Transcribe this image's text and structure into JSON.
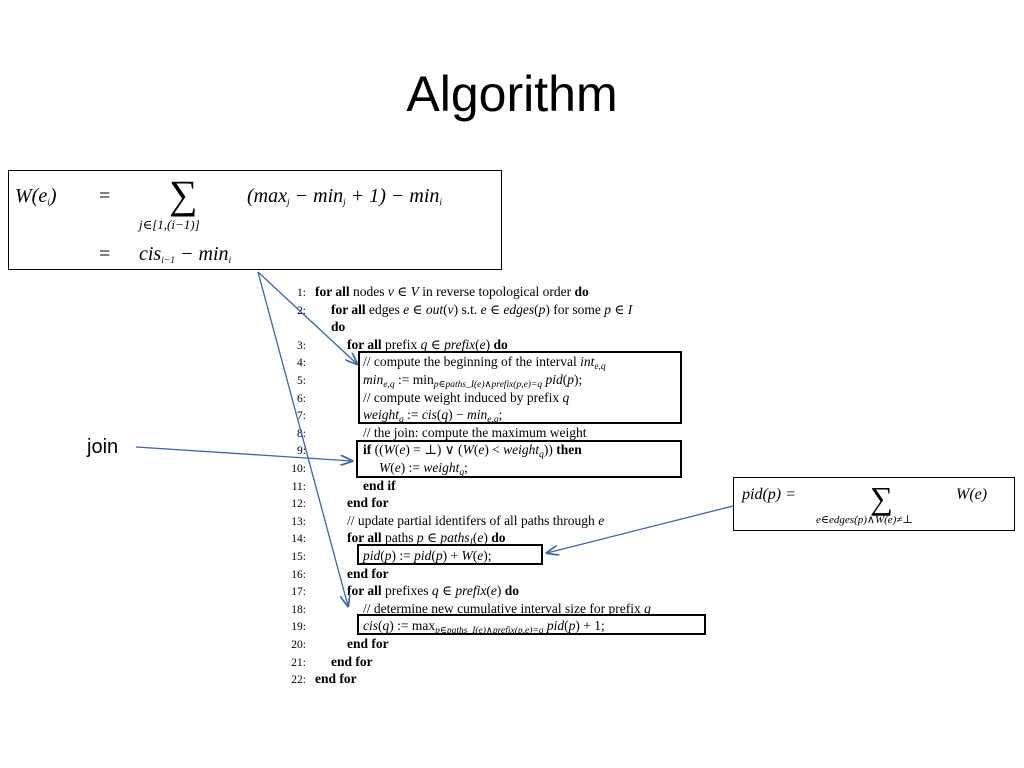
{
  "slide": {
    "title": "Algorithm",
    "join_label": "join"
  },
  "formula_box": {
    "lhs": "W(e",
    "lhs_sub": "i",
    "lhs_close": ")",
    "eq": "=",
    "sum_symbol": "∑",
    "sum_range": "j∈[1,(i−1)]",
    "term1": "(max",
    "term1_j": "j",
    "term2": " − min",
    "term2_j": "j",
    "term3": " + 1) − min",
    "term3_i": "i",
    "line2_a": "cis",
    "line2_sub": "i−1",
    "line2_b": " − min",
    "line2_sub2": "i"
  },
  "pid_box": {
    "lhs": "pid(p) =",
    "sum_symbol": "∑",
    "sum_range": "e∈edges(p)∧W(e)≠⊥",
    "rhs": "W(e)"
  },
  "algorithm": {
    "lines": [
      {
        "n": "1:",
        "indent": 0,
        "parts": [
          [
            "kw",
            "for all"
          ],
          [
            "t",
            " nodes "
          ],
          [
            "m",
            "v"
          ],
          [
            "t",
            " ∈ "
          ],
          [
            "m",
            "V"
          ],
          [
            "t",
            " in reverse topological order "
          ],
          [
            "kw",
            "do"
          ]
        ]
      },
      {
        "n": "2:",
        "indent": 1,
        "parts": [
          [
            "kw",
            "for all"
          ],
          [
            "t",
            " edges "
          ],
          [
            "m",
            "e"
          ],
          [
            "t",
            " ∈ "
          ],
          [
            "m",
            "out"
          ],
          [
            "t",
            "("
          ],
          [
            "m",
            "v"
          ],
          [
            "t",
            ") s.t. "
          ],
          [
            "m",
            "e"
          ],
          [
            "t",
            " ∈ "
          ],
          [
            "m",
            "edges"
          ],
          [
            "t",
            "("
          ],
          [
            "m",
            "p"
          ],
          [
            "t",
            ") for some "
          ],
          [
            "m",
            "p"
          ],
          [
            "t",
            " ∈ "
          ],
          [
            "m",
            "I"
          ]
        ]
      },
      {
        "n": "",
        "indent": 1,
        "parts": [
          [
            "kw",
            "do"
          ]
        ]
      },
      {
        "n": "3:",
        "indent": 2,
        "parts": [
          [
            "kw",
            "for all"
          ],
          [
            "t",
            " prefix "
          ],
          [
            "m",
            "q"
          ],
          [
            "t",
            " ∈ "
          ],
          [
            "m",
            "prefix"
          ],
          [
            "t",
            "("
          ],
          [
            "m",
            "e"
          ],
          [
            "t",
            ") "
          ],
          [
            "kw",
            "do"
          ]
        ]
      },
      {
        "n": "4:",
        "indent": 3,
        "parts": [
          [
            "t",
            "// compute the beginning of the interval "
          ],
          [
            "m",
            "int"
          ],
          [
            "s",
            "e,q"
          ]
        ]
      },
      {
        "n": "5:",
        "indent": 3,
        "parts": [
          [
            "m",
            "min"
          ],
          [
            "s",
            "e,q"
          ],
          [
            "t",
            " := min"
          ],
          [
            "s",
            "p∈paths_I(e)∧prefix(p,e)=q"
          ],
          [
            "t",
            " "
          ],
          [
            "m",
            "pid"
          ],
          [
            "t",
            "("
          ],
          [
            "m",
            "p"
          ],
          [
            "t",
            ");"
          ]
        ]
      },
      {
        "n": "6:",
        "indent": 3,
        "parts": [
          [
            "t",
            "// compute weight induced by prefix "
          ],
          [
            "m",
            "q"
          ]
        ]
      },
      {
        "n": "7:",
        "indent": 3,
        "parts": [
          [
            "m",
            "weight"
          ],
          [
            "s",
            "q"
          ],
          [
            "t",
            " := "
          ],
          [
            "m",
            "cis"
          ],
          [
            "t",
            "("
          ],
          [
            "m",
            "q"
          ],
          [
            "t",
            ") − "
          ],
          [
            "m",
            "min"
          ],
          [
            "s",
            "e,q"
          ],
          [
            "t",
            ";"
          ]
        ]
      },
      {
        "n": "8:",
        "indent": 3,
        "parts": [
          [
            "t",
            "// the join: compute the maximum weight"
          ]
        ]
      },
      {
        "n": "9:",
        "indent": 3,
        "parts": [
          [
            "kw",
            "if"
          ],
          [
            "t",
            " (("
          ],
          [
            "m",
            "W"
          ],
          [
            "t",
            "("
          ],
          [
            "m",
            "e"
          ],
          [
            "t",
            ") = ⊥) ∨ ("
          ],
          [
            "m",
            "W"
          ],
          [
            "t",
            "("
          ],
          [
            "m",
            "e"
          ],
          [
            "t",
            ") < "
          ],
          [
            "m",
            "weight"
          ],
          [
            "s",
            "q"
          ],
          [
            "t",
            ")) "
          ],
          [
            "kw",
            "then"
          ]
        ]
      },
      {
        "n": "10:",
        "indent": 4,
        "parts": [
          [
            "m",
            "W"
          ],
          [
            "t",
            "("
          ],
          [
            "m",
            "e"
          ],
          [
            "t",
            ") := "
          ],
          [
            "m",
            "weight"
          ],
          [
            "s",
            "q"
          ],
          [
            "t",
            ";"
          ]
        ]
      },
      {
        "n": "11:",
        "indent": 3,
        "parts": [
          [
            "kw",
            "end if"
          ]
        ]
      },
      {
        "n": "12:",
        "indent": 2,
        "parts": [
          [
            "kw",
            "end for"
          ]
        ]
      },
      {
        "n": "13:",
        "indent": 2,
        "parts": [
          [
            "t",
            "// update partial identifers of all paths through "
          ],
          [
            "m",
            "e"
          ]
        ]
      },
      {
        "n": "14:",
        "indent": 2,
        "parts": [
          [
            "kw",
            "for all"
          ],
          [
            "t",
            " paths "
          ],
          [
            "m",
            "p"
          ],
          [
            "t",
            " ∈ "
          ],
          [
            "m",
            "paths"
          ],
          [
            "s",
            "I"
          ],
          [
            "t",
            "("
          ],
          [
            "m",
            "e"
          ],
          [
            "t",
            ") "
          ],
          [
            "kw",
            "do"
          ]
        ]
      },
      {
        "n": "15:",
        "indent": 3,
        "parts": [
          [
            "m",
            "pid"
          ],
          [
            "t",
            "("
          ],
          [
            "m",
            "p"
          ],
          [
            "t",
            ") := "
          ],
          [
            "m",
            "pid"
          ],
          [
            "t",
            "("
          ],
          [
            "m",
            "p"
          ],
          [
            "t",
            ") + "
          ],
          [
            "m",
            "W"
          ],
          [
            "t",
            "("
          ],
          [
            "m",
            "e"
          ],
          [
            "t",
            ");"
          ]
        ]
      },
      {
        "n": "16:",
        "indent": 2,
        "parts": [
          [
            "kw",
            "end for"
          ]
        ]
      },
      {
        "n": "17:",
        "indent": 2,
        "parts": [
          [
            "kw",
            "for all"
          ],
          [
            "t",
            " prefixes "
          ],
          [
            "m",
            "q"
          ],
          [
            "t",
            " ∈ "
          ],
          [
            "m",
            "prefix"
          ],
          [
            "t",
            "("
          ],
          [
            "m",
            "e"
          ],
          [
            "t",
            ") "
          ],
          [
            "kw",
            "do"
          ]
        ]
      },
      {
        "n": "18:",
        "indent": 3,
        "parts": [
          [
            "t",
            "// determine new cumulative interval size for prefix "
          ],
          [
            "m",
            "q"
          ]
        ]
      },
      {
        "n": "19:",
        "indent": 3,
        "parts": [
          [
            "m",
            "cis"
          ],
          [
            "t",
            "("
          ],
          [
            "m",
            "q"
          ],
          [
            "t",
            ") := max"
          ],
          [
            "s",
            "p∈paths_I(e)∧prefix(p,e)=q"
          ],
          [
            "t",
            " "
          ],
          [
            "m",
            "pid"
          ],
          [
            "t",
            "("
          ],
          [
            "m",
            "p"
          ],
          [
            "t",
            ") + 1;"
          ]
        ]
      },
      {
        "n": "20:",
        "indent": 2,
        "parts": [
          [
            "kw",
            "end for"
          ]
        ]
      },
      {
        "n": "21:",
        "indent": 1,
        "parts": [
          [
            "kw",
            "end for"
          ]
        ]
      },
      {
        "n": "22:",
        "indent": 0,
        "parts": [
          [
            "kw",
            "end for"
          ]
        ]
      }
    ]
  }
}
